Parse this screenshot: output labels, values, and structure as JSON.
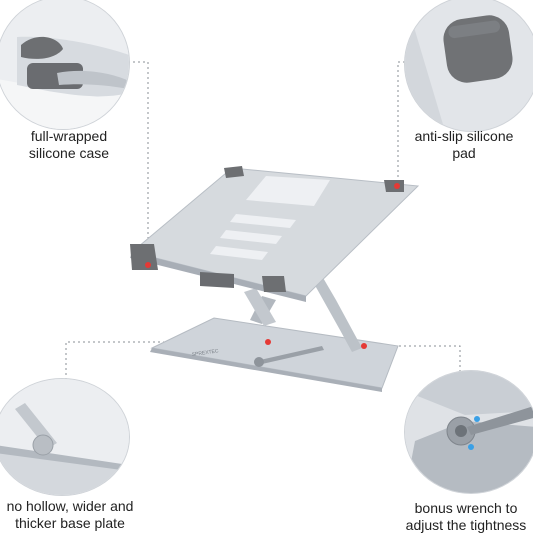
{
  "features": [
    {
      "line1": "full-wrapped",
      "line2": "silicone case",
      "icon": "silicone-case-corner"
    },
    {
      "line1": "anti-slip silicone",
      "line2": "pad",
      "icon": "silicone-pad"
    },
    {
      "line1": "no hollow, wider and",
      "line2": "thicker base plate",
      "icon": "base-plate-hinge"
    },
    {
      "line1": "bonus wrench to",
      "line2": "adjust the tightness",
      "icon": "hex-wrench"
    }
  ],
  "product": {
    "brand_mark": "SPREXTEC",
    "type": "laptop-stand"
  },
  "colors": {
    "aluminum": "#c9ced4",
    "silicone": "#6d6f72",
    "callout-dot": "#e53935",
    "leader-line": "#8a8f96"
  }
}
